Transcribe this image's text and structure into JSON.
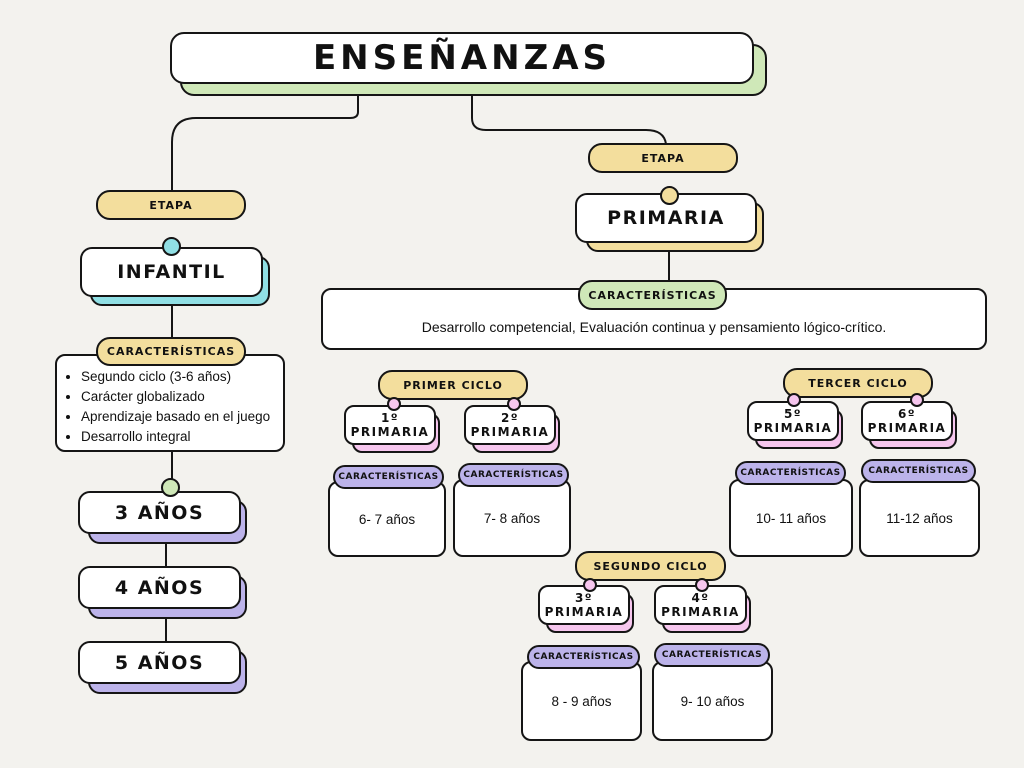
{
  "title": "ENSEÑANZAS",
  "infantil": {
    "etapa_label": "ETAPA",
    "name": "INFANTIL",
    "caracteristicas_label": "CARACTERÍSTICAS",
    "caracteristicas": [
      "Segundo ciclo (3-6 años)",
      "Carácter globalizado",
      "Aprendizaje basado en el juego",
      "Desarrollo integral"
    ],
    "ages": [
      "3 AÑOS",
      "4 AÑOS",
      "5 AÑOS"
    ]
  },
  "primaria": {
    "etapa_label": "ETAPA",
    "name": "PRIMARIA",
    "caracteristicas_label": "CARACTERÍSTICAS",
    "caracteristicas_text": "Desarrollo competencial, Evaluación continua y pensamiento lógico-crítico.",
    "ciclos": {
      "primer": {
        "label": "PRIMER CICLO",
        "grades": [
          {
            "name": "1º PRIMARIA",
            "car_label": "CARACTERÍSTICAS",
            "age": "6- 7 años"
          },
          {
            "name": "2º PRIMARIA",
            "car_label": "CARACTERÍSTICAS",
            "age": "7- 8 años"
          }
        ]
      },
      "segundo": {
        "label": "SEGUNDO CICLO",
        "grades": [
          {
            "name": "3º PRIMARIA",
            "car_label": "CARACTERÍSTICAS",
            "age": "8 - 9 años"
          },
          {
            "name": "4º PRIMARIA",
            "car_label": "CARACTERÍSTICAS",
            "age": "9- 10 años"
          }
        ]
      },
      "tercer": {
        "label": "TERCER CICLO",
        "grades": [
          {
            "name": "5º PRIMARIA",
            "car_label": "CARACTERÍSTICAS",
            "age": "10- 11 años"
          },
          {
            "name": "6º PRIMARIA",
            "car_label": "CARACTERÍSTICAS",
            "age": "11-12 años"
          }
        ]
      }
    }
  },
  "colors": {
    "yellow": "#f3de9d",
    "green": "#cfe8b8",
    "cyan": "#90dfe4",
    "pink": "#f6c6ee",
    "violet": "#bcb3ea"
  }
}
